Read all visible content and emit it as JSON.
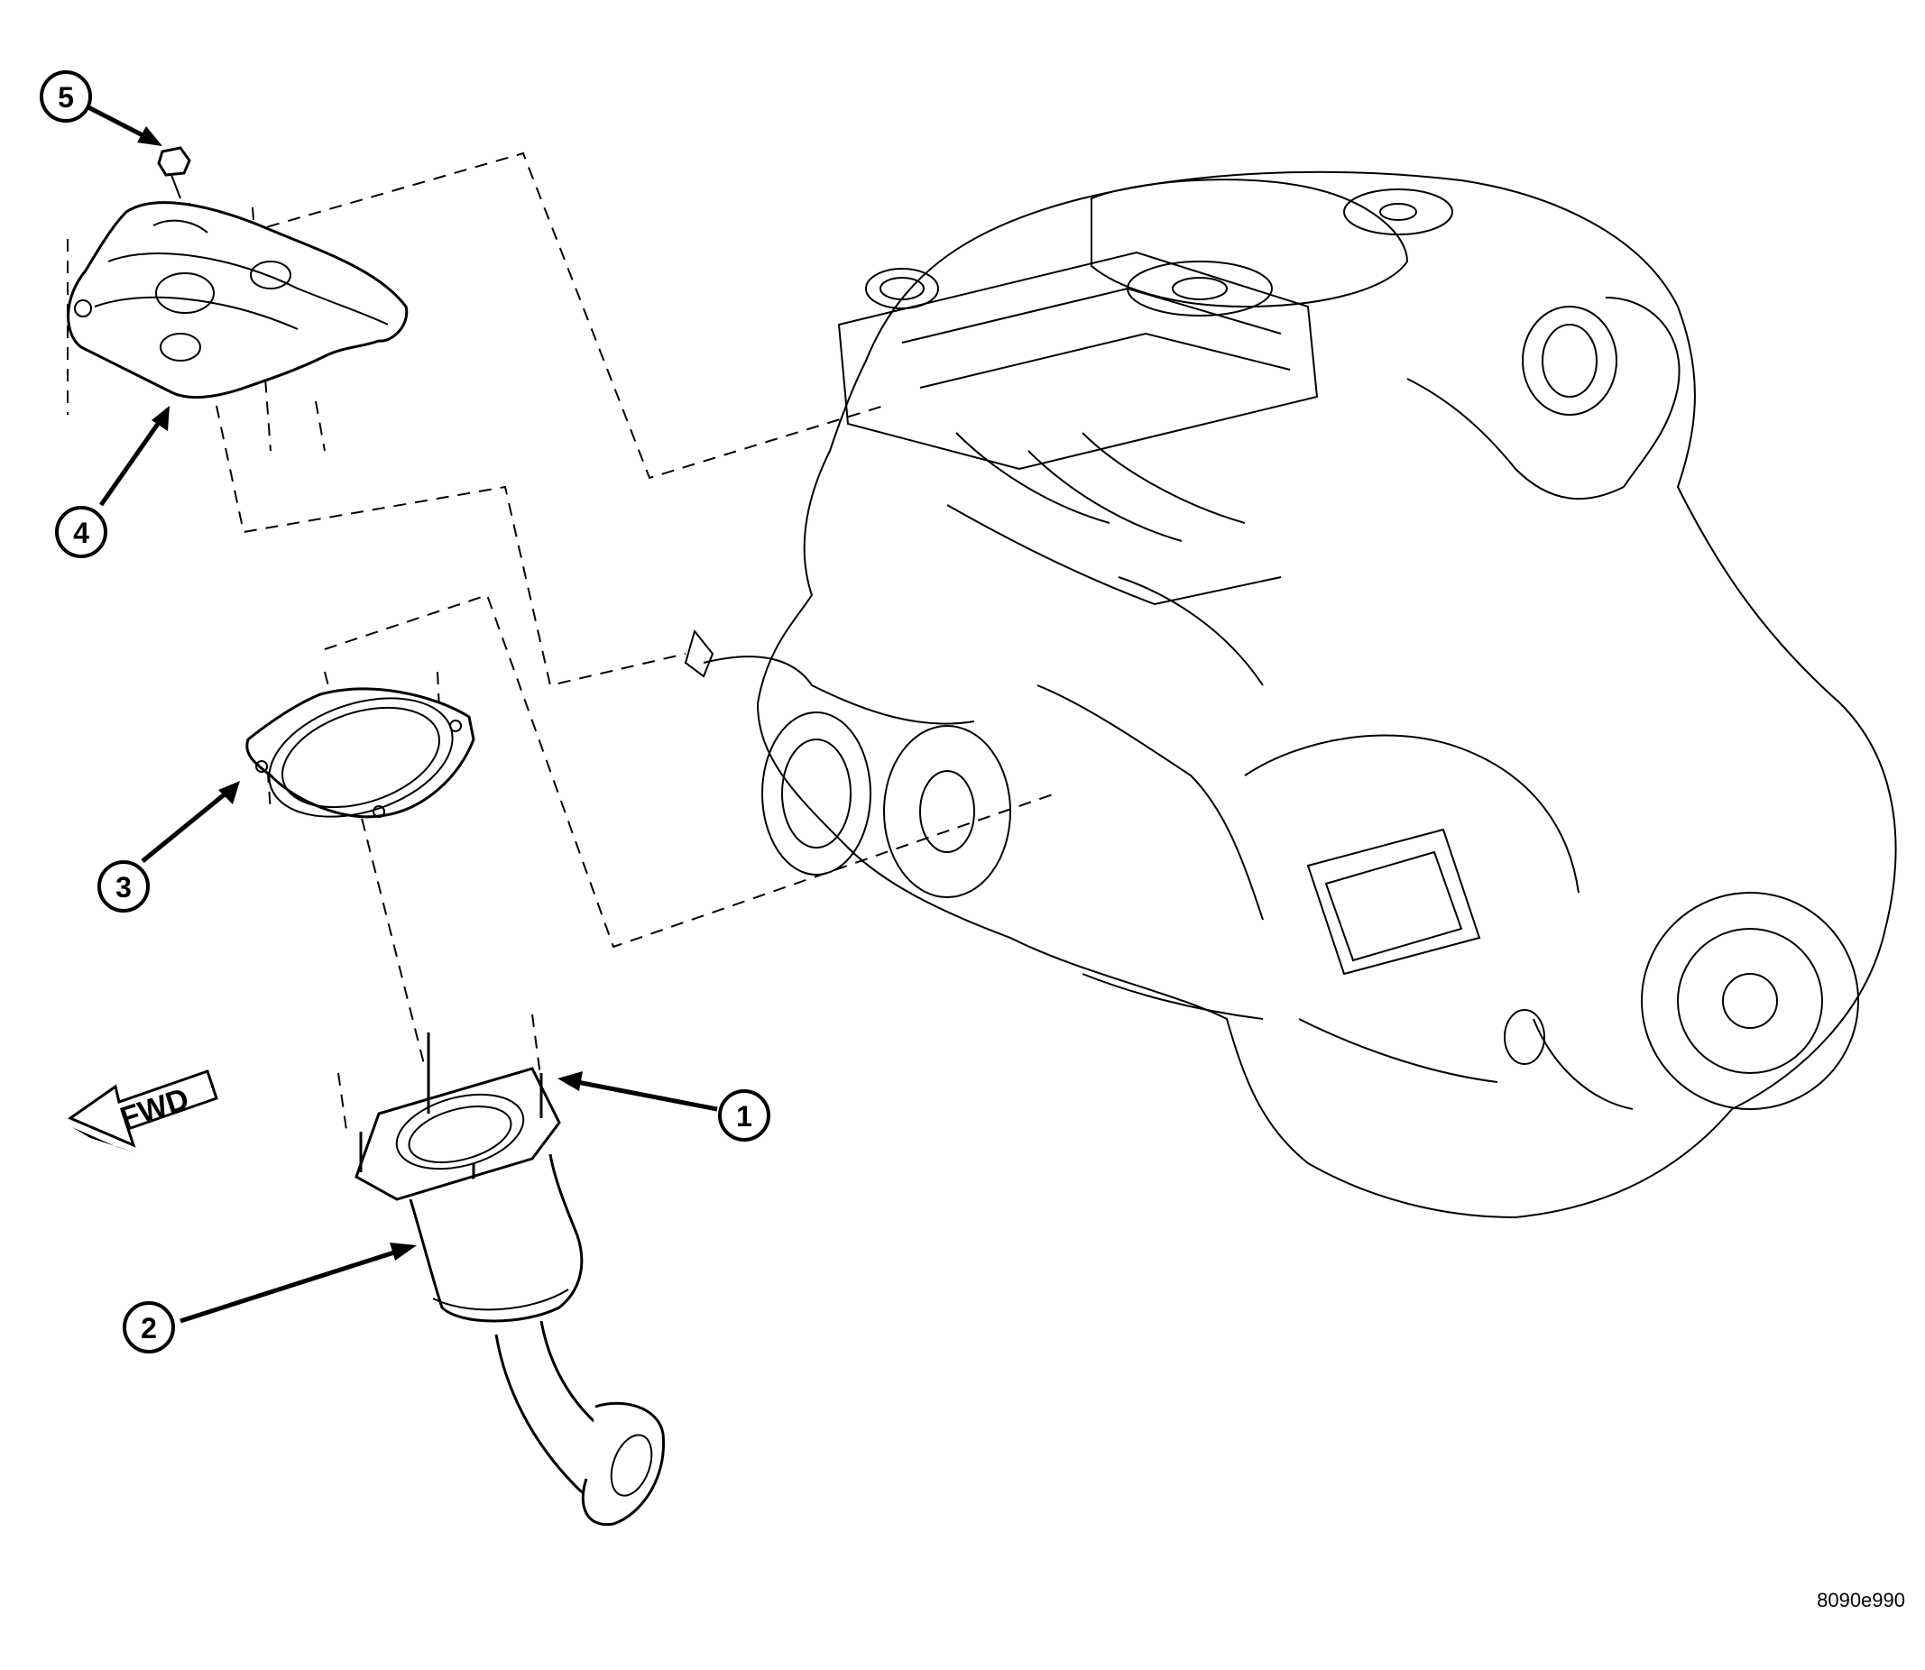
{
  "callouts": [
    {
      "id": "1",
      "label": "1"
    },
    {
      "id": "2",
      "label": "2"
    },
    {
      "id": "3",
      "label": "3"
    },
    {
      "id": "4",
      "label": "4"
    },
    {
      "id": "5",
      "label": "5"
    }
  ],
  "direction_label": "FWD",
  "figure_id": "8090e990"
}
